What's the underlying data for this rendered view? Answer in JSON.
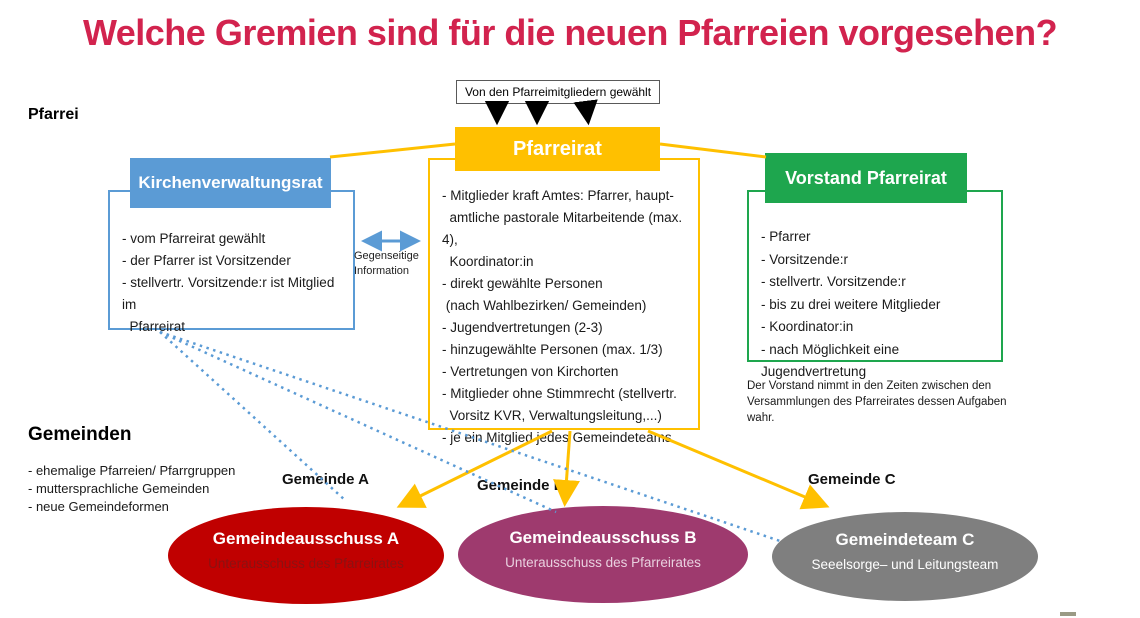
{
  "title": "Welche Gremien sind für die neuen Pfarreien vorgesehen?",
  "election_note": "Von den Pfarreimitgliedern gewählt",
  "sections": {
    "pfarrei": "Pfarrei",
    "gemeinden": "Gemeinden"
  },
  "gemeinden_types": [
    "- ehemalige Pfarreien/ Pfarrgruppen",
    "- muttersprachliche Gemeinden",
    "- neue Gemeindeformen"
  ],
  "exchange_note": "Gegenseitige Information",
  "boxes": {
    "kirchenverwaltungsrat": {
      "title": "Kirchenverwaltungsrat",
      "items": [
        "- vom Pfarreirat gewählt",
        "- der Pfarrer ist Vorsitzender",
        "- stellvertr. Vorsitzende:r ist Mitglied im\n  Pfarreirat"
      ]
    },
    "pfarreirat": {
      "title": "Pfarreirat",
      "items": [
        "- Mitglieder kraft Amtes: Pfarrer, haupt-\n  amtliche pastorale Mitarbeitende (max. 4),\n  Koordinator:in",
        "- direkt gewählte Personen\n (nach Wahlbezirken/ Gemeinden)",
        "- Jugendvertretungen (2-3)",
        "- hinzugewählte Personen (max. 1/3)",
        "- Vertretungen von Kirchorten",
        "- Mitglieder ohne Stimmrecht (stellvertr.\n  Vorsitz KVR, Verwaltungsleitung,...)",
        "- je ein Mitglied jedes Gemeindeteams"
      ]
    },
    "vorstand_pfarreirat": {
      "title": "Vorstand Pfarreirat",
      "items": [
        "- Pfarrer",
        "- Vorsitzende:r",
        "- stellvertr. Vorsitzende:r",
        "- bis zu drei weitere Mitglieder",
        "- Koordinator:in",
        "- nach Möglichkeit eine Jugendvertretung"
      ],
      "footnote": "Der Vorstand nimmt in den Zeiten zwischen den\nVersammlungen des Pfarreirates dessen Aufgaben wahr."
    }
  },
  "gemeinde_labels": [
    "Gemeinde A",
    "Gemeinde B",
    "Gemeinde C"
  ],
  "gemeinden_bodies": [
    {
      "title": "Gemeindeausschuss A",
      "subtitle": "Unterausschuss des Pfarreirates",
      "color": "#C00000"
    },
    {
      "title": "Gemeindeausschuss B",
      "subtitle": "Unterausschuss des Pfarreirates",
      "color": "#9E3A6E"
    },
    {
      "title": "Gemeindeteam C",
      "subtitle": "Seeelsorge– und Leitungsteam",
      "color": "#7F7F7F"
    }
  ],
  "colors": {
    "title_text": "#D2234E",
    "pfarreirat_yellow": "#FFC000",
    "kirchenverwaltungsrat_blue": "#5B9BD5",
    "vorstand_green": "#1EA64E",
    "dotted_link_blue": "#5B9BD5",
    "election_arrow_black": "#000000"
  }
}
